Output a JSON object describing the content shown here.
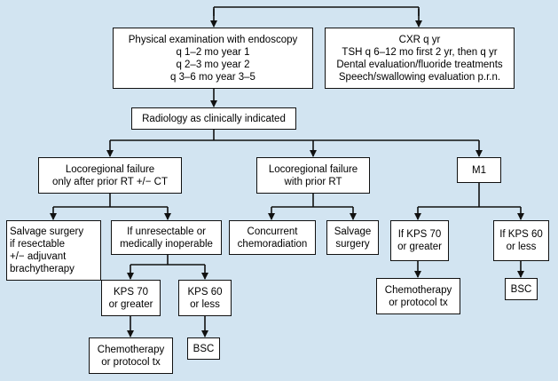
{
  "nodes": {
    "exam": {
      "lines": [
        "Physical examination with endoscopy",
        "q 1–2 mo year 1",
        "q 2–3 mo year 2",
        "q 3–6 mo year 3–5"
      ]
    },
    "cxr": {
      "lines": [
        "CXR q yr",
        "TSH q 6–12 mo first 2 yr, then q yr",
        "Dental evaluation/fluoride treatments",
        "Speech/swallowing evaluation p.r.n."
      ]
    },
    "radiology": {
      "lines": [
        "Radiology as clinically indicated"
      ]
    },
    "loco_ct": {
      "lines": [
        "Locoregional failure",
        "only after prior RT +/− CT"
      ]
    },
    "loco_rt": {
      "lines": [
        "Locoregional failure",
        "with prior RT"
      ]
    },
    "m1": {
      "lines": [
        "M1"
      ]
    },
    "salvage_resect": {
      "lines": [
        "Salvage surgery",
        "if resectable",
        "+/− adjuvant",
        "brachytherapy"
      ]
    },
    "unresectable": {
      "lines": [
        "If unresectable or",
        "medically inoperable"
      ]
    },
    "concurrent": {
      "lines": [
        "Concurrent",
        "chemoradiation"
      ]
    },
    "salvage_surgery": {
      "lines": [
        "Salvage",
        "surgery"
      ]
    },
    "m1_kps70": {
      "lines": [
        "If KPS 70",
        "or greater"
      ]
    },
    "m1_kps60": {
      "lines": [
        "If KPS 60",
        "or less"
      ]
    },
    "kps70": {
      "lines": [
        "KPS 70",
        "or greater"
      ]
    },
    "kps60": {
      "lines": [
        "KPS 60",
        "or less"
      ]
    },
    "m1_chemo": {
      "lines": [
        "Chemotherapy",
        "or protocol tx"
      ]
    },
    "m1_bsc": {
      "lines": [
        "BSC"
      ]
    },
    "chemo": {
      "lines": [
        "Chemotherapy",
        "or protocol tx"
      ]
    },
    "bsc": {
      "lines": [
        "BSC"
      ]
    }
  }
}
